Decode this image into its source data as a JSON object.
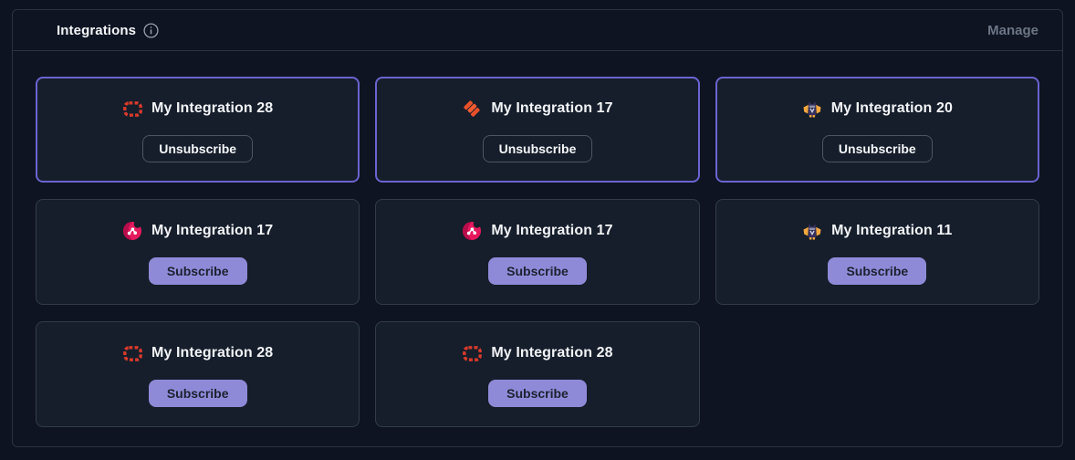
{
  "panel": {
    "title": "Integrations",
    "manage_label": "Manage"
  },
  "buttons": {
    "subscribe": "Subscribe",
    "unsubscribe": "Unsubscribe"
  },
  "colors": {
    "selected_border": "#6b64d0",
    "subscribe_button": "#8f8ad8",
    "card_background": "#161e2b",
    "page_background": "#0d1320",
    "red_icon": "#d93a2b",
    "orange_icon": "#e8502a",
    "pink_icon": "#e6195e",
    "mascot_purple": "#37305e",
    "mascot_orange": "#f3a73f"
  },
  "icons": {
    "header_info": "info-icon"
  },
  "cards": [
    {
      "name": "My Integration 28",
      "icon": "red-grid",
      "state": "subscribed"
    },
    {
      "name": "My Integration 17",
      "icon": "orange-slashes",
      "state": "subscribed"
    },
    {
      "name": "My Integration 20",
      "icon": "purple-mascot",
      "state": "subscribed"
    },
    {
      "name": "My Integration 17",
      "icon": "pink-network",
      "state": "unsubscribed"
    },
    {
      "name": "My Integration 17",
      "icon": "pink-network",
      "state": "unsubscribed"
    },
    {
      "name": "My Integration 11",
      "icon": "purple-mascot",
      "state": "unsubscribed"
    },
    {
      "name": "My Integration 28",
      "icon": "red-grid",
      "state": "unsubscribed"
    },
    {
      "name": "My Integration 28",
      "icon": "red-grid",
      "state": "unsubscribed"
    }
  ]
}
